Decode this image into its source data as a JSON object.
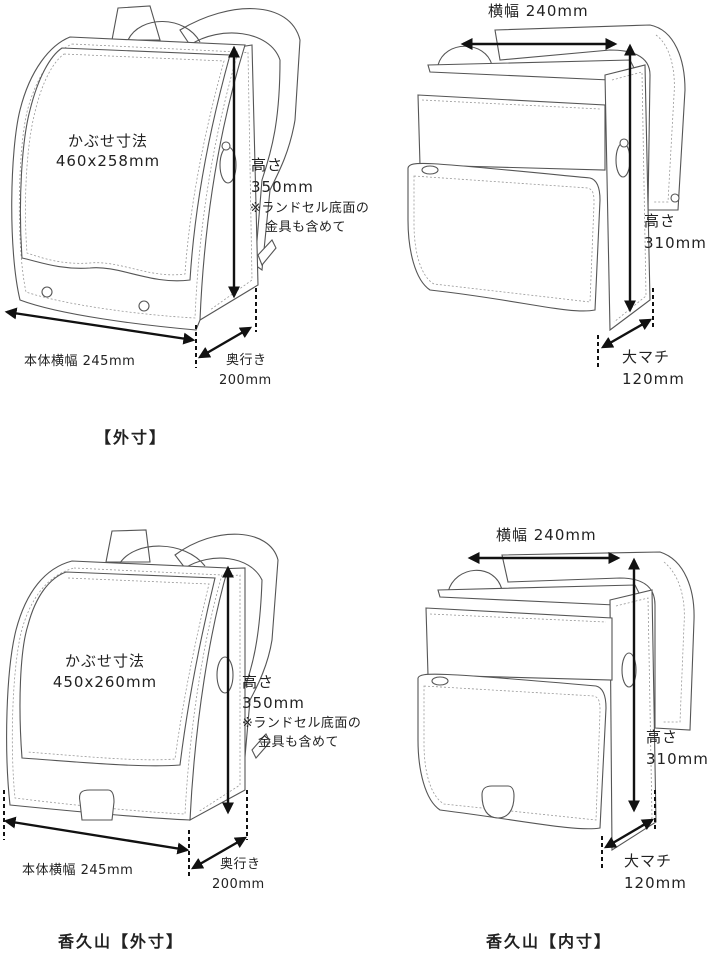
{
  "panels": [
    {
      "id": "outer-top",
      "flap_label": "かぶせ寸法",
      "flap_size": "460x258mm",
      "height_label": "高さ",
      "height_value": "350mm",
      "note_line1": "※ランドセル底面の",
      "note_line2": "金具も含めて",
      "width_label": "本体横幅 245mm",
      "depth_label": "奥行き",
      "depth_value": "200mm",
      "caption": "【外寸】"
    },
    {
      "id": "inner-top",
      "width_label": "横幅 240mm",
      "height_label": "高さ",
      "height_value": "310mm",
      "gusset_label": "大マチ",
      "gusset_value": "120mm"
    },
    {
      "id": "outer-bottom",
      "flap_label": "かぶせ寸法",
      "flap_size": "450x260mm",
      "height_label": "高さ",
      "height_value": "350mm",
      "note_line1": "※ランドセル底面の",
      "note_line2": "金具も含めて",
      "width_label": "本体横幅  245mm",
      "depth_label": "奥行き",
      "depth_value": "200mm",
      "caption": "香久山【外寸】"
    },
    {
      "id": "inner-bottom",
      "width_label": "横幅 240mm",
      "height_label": "高さ",
      "height_value": "310mm",
      "gusset_label": "大マチ",
      "gusset_value": "120mm",
      "caption": "香久山【内寸】"
    }
  ],
  "colors": {
    "outline": "#555555",
    "stitch": "#999999",
    "arrow": "#111111",
    "background": "#ffffff"
  }
}
